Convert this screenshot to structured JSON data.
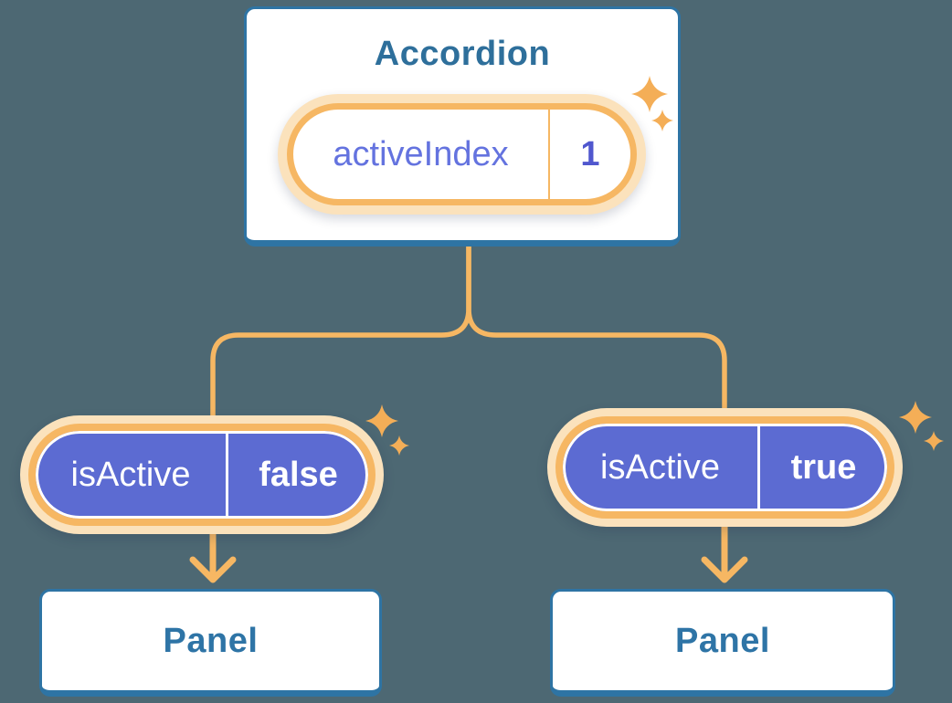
{
  "diagram": {
    "accordion": {
      "title": "Accordion",
      "state": {
        "label": "activeIndex",
        "value": "1"
      }
    },
    "left_child": {
      "prop": {
        "label": "isActive",
        "value": "false"
      }
    },
    "right_child": {
      "prop": {
        "label": "isActive",
        "value": "true"
      }
    },
    "left_panel": {
      "title": "Panel"
    },
    "right_panel": {
      "title": "Panel"
    }
  },
  "icons": {
    "sparkle_large": "four-point-star",
    "sparkle_small": "four-point-star"
  },
  "colors": {
    "background": "#4D6873",
    "card_bg": "#FFFFFF",
    "card_border": "#2E74A4",
    "heading_text": "#2E6F9B",
    "panel_text": "#2E74A6",
    "orange_line": "#F6B763",
    "orange_halo": "#FBE2BC",
    "state_label_text": "#6473DF",
    "state_value_text": "#5057CE",
    "prop_pill_bg": "#5C6BD2",
    "prop_pill_text": "#FFFFFF",
    "sparkle": "#F4AE57"
  }
}
